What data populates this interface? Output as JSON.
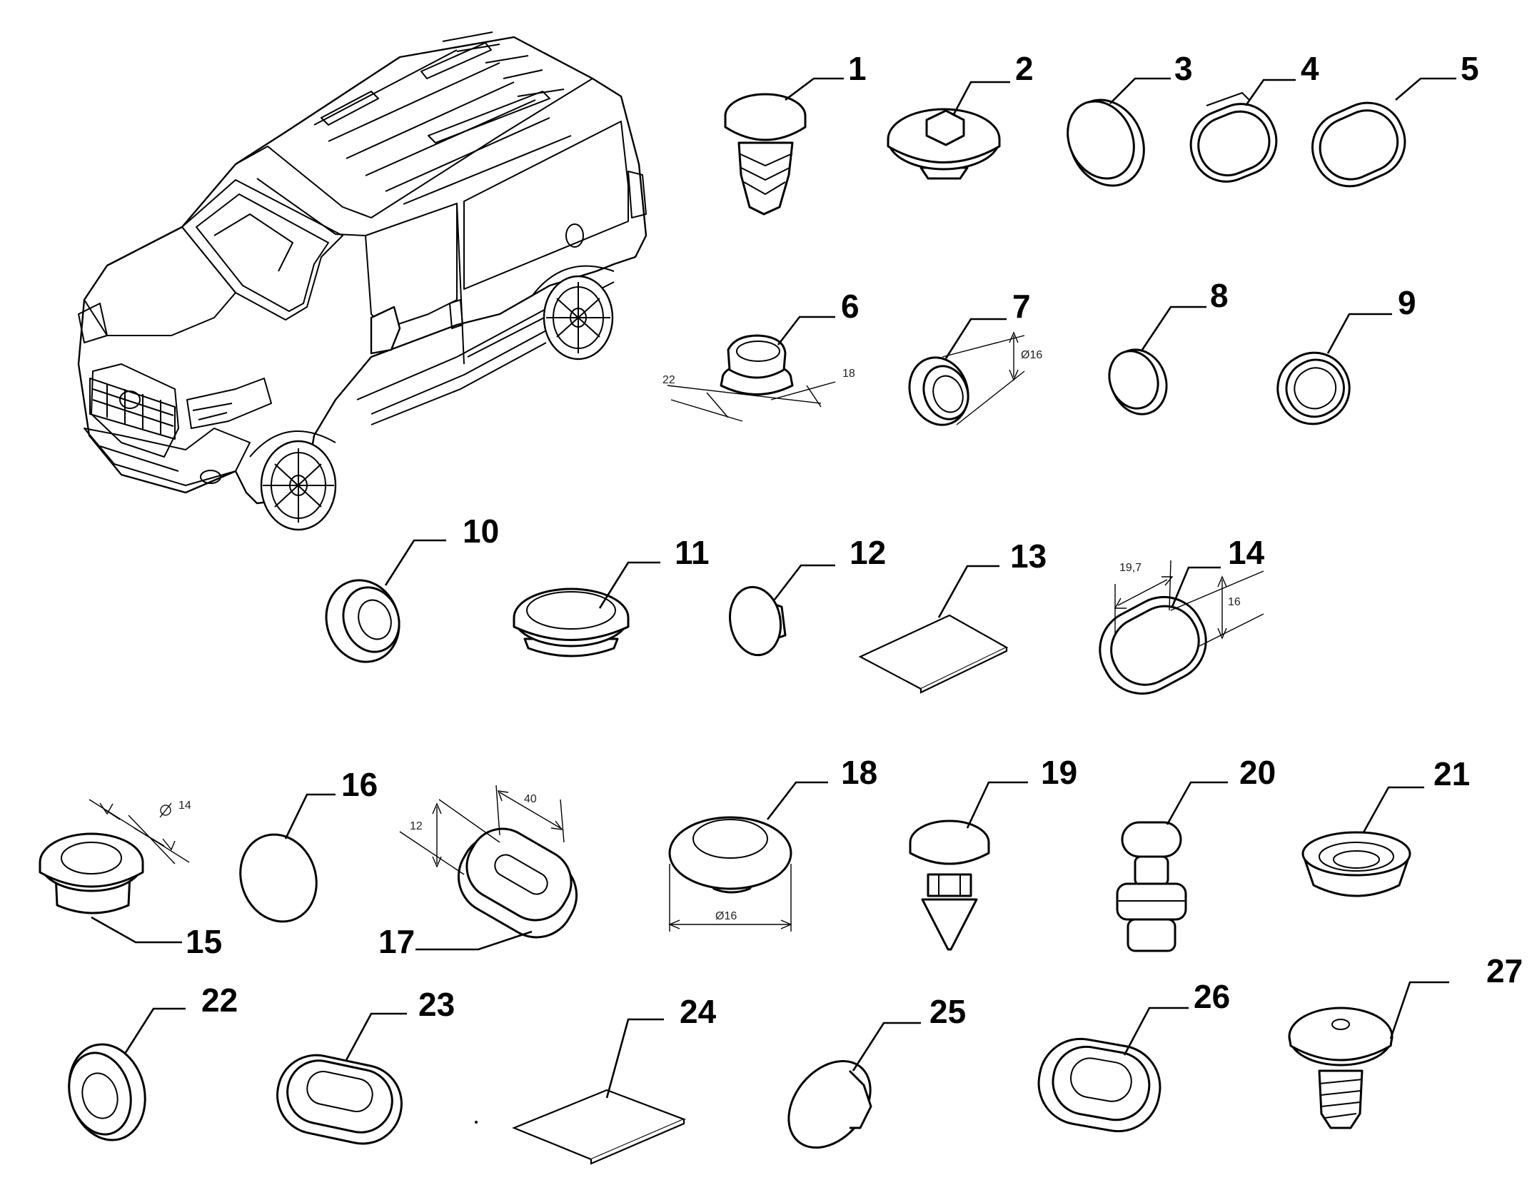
{
  "callouts": [
    "1",
    "2",
    "3",
    "4",
    "5",
    "6",
    "7",
    "8",
    "9",
    "10",
    "11",
    "12",
    "13",
    "14",
    "15",
    "16",
    "17",
    "18",
    "19",
    "20",
    "21",
    "22",
    "23",
    "24",
    "25",
    "26",
    "27"
  ],
  "dimensions": {
    "d6_a": "22",
    "d6_b": "18",
    "d7": "Ø16",
    "d14_a": "19,7",
    "d14_b": "16",
    "d15": "14",
    "d17_a": "12",
    "d17_b": "40",
    "d18": "Ø16"
  },
  "icons": {
    "vehicle": "van-illustration",
    "dia_symbol": "diameter-symbol-icon"
  }
}
